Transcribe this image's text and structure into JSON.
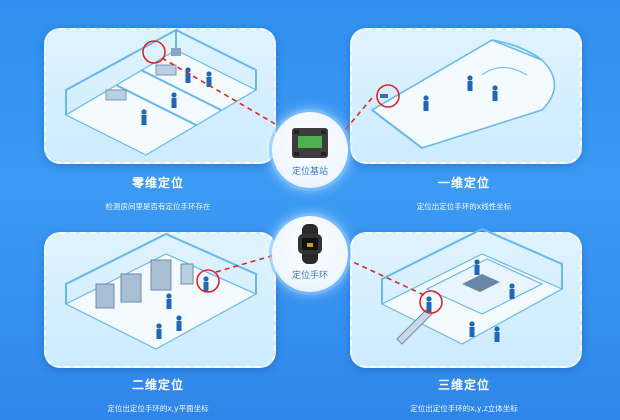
{
  "panels": {
    "zero_d": {
      "title": "零维定位",
      "subtitle": "检测房间里是否有定位手环存在"
    },
    "one_d": {
      "title": "一维定位",
      "subtitle": "定位出定位手环的x线性坐标"
    },
    "two_d": {
      "title": "二维定位",
      "subtitle": "定位出定位手环的x,y平面坐标"
    },
    "three_d": {
      "title": "三维定位",
      "subtitle": "定位出定位手环的x,y,z立体坐标"
    }
  },
  "hubs": {
    "base_station": {
      "label": "定位基站"
    },
    "wristband": {
      "label": "定位手环"
    }
  },
  "colors": {
    "background": "#2f8ff0",
    "panel": "#dff3ff",
    "highlight_circle": "#e02424",
    "link_dash": "#e02424",
    "person": "#1f67b8"
  }
}
